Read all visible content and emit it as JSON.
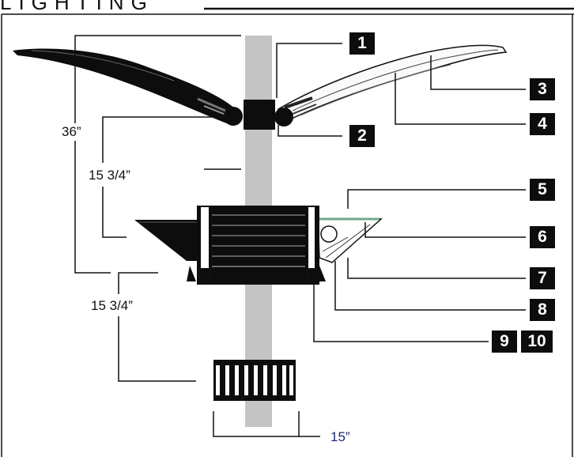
{
  "header": {
    "partial_title": "LIGHTING"
  },
  "callouts": [
    "1",
    "2",
    "3",
    "4",
    "5",
    "6",
    "7",
    "8",
    "9",
    "10"
  ],
  "dimensions": {
    "overall_height": "36”",
    "upper_height": "15 3/4”",
    "lower_height": "15 3/4”",
    "base_width": "15”"
  },
  "colors": {
    "pole": "#c4c4c4",
    "ink": "#111111",
    "dim_blue": "#1a2a6e",
    "green_edge": "#6fa88a"
  }
}
